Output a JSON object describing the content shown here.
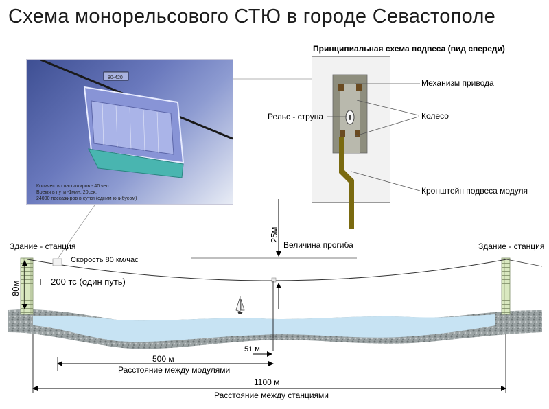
{
  "title": "Схема монорельсового СТЮ в городе Севастополе",
  "inset": {
    "heading": "Принципиальная схема подвеса (вид спереди)",
    "labels": {
      "drive": "Механизм привода",
      "wheel": "Колесо",
      "rail": "Рельс - струна",
      "bracket": "Кронштейн подвеса модуля"
    }
  },
  "photo": {
    "cabin_plate": "80-420",
    "info": [
      "Количество пассажиров - 40 чел.",
      "Время в пути                    -1мин. 20сек.",
      "24000 пассажиров в сутки (одним юнибусом)"
    ]
  },
  "labels": {
    "station_left": "Здание - станция",
    "station_right": "Здание - станция",
    "speed": "Скорость 80 км/час",
    "tension": "T= 200 тс (один путь)",
    "height": "80м",
    "sag": "25м",
    "sag_caption": "Величина прогиба",
    "dim_51": "51 м",
    "dim_500": "500 м",
    "dim_500_caption": "Расстояние между модулями",
    "dim_1100": "1100 м",
    "dim_1100_caption": "Расстояние между станциями"
  },
  "colors": {
    "sky": "#ffffff",
    "water": "#c7e3f3",
    "seabed": "#8e9596",
    "tower": "#cfe0b4",
    "bracket": "#7a6a10",
    "cabin": "#8894d6"
  }
}
